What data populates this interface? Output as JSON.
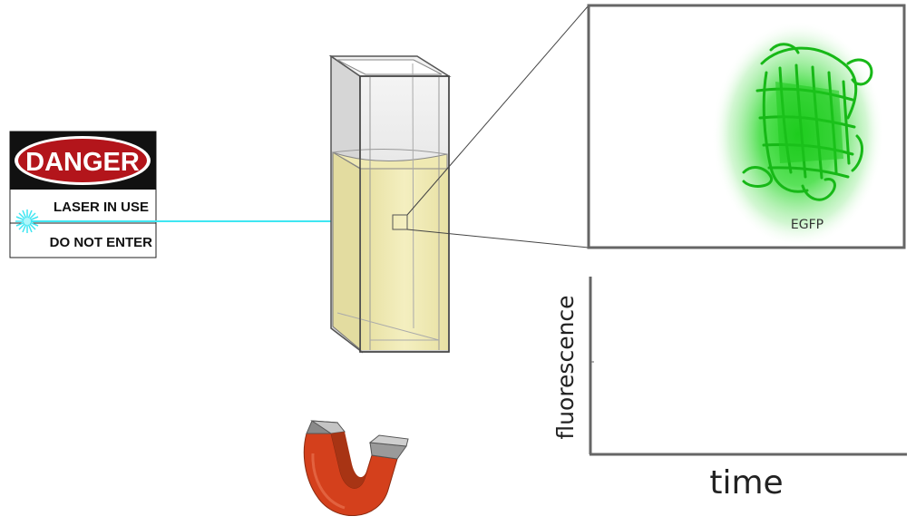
{
  "sign": {
    "header": "DANGER",
    "line1": "LASER IN USE",
    "line2": "DO NOT ENTER"
  },
  "inset": {
    "protein_label": "EGFP"
  },
  "graph": {
    "ylabel": "fluorescence",
    "xlabel": "time"
  },
  "colors": {
    "danger_red": "#b3151b",
    "laser_cyan": "#3fe6f2",
    "solution_yellow": "#f0ebb4",
    "protein_green": "#22cc22",
    "magnet_red": "#d4401c",
    "magnet_tip_gray": "#8a8a8a",
    "frame_gray": "#666666"
  },
  "icons": [
    "danger-sign-icon",
    "laser-flash-icon",
    "cuvette-icon",
    "egfp-protein-icon",
    "magnet-icon"
  ]
}
